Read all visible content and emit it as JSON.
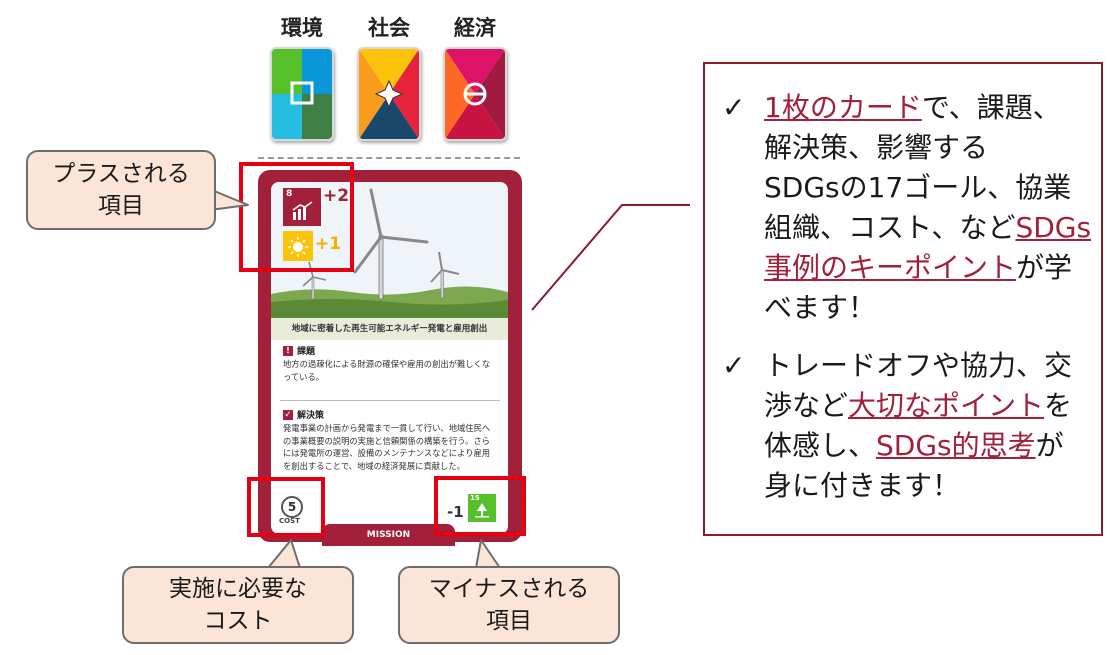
{
  "categories": [
    {
      "label": "環境",
      "color": "#2c9a4b"
    },
    {
      "label": "社会",
      "color": "#f4a21e"
    },
    {
      "label": "経済",
      "color": "#c8123f"
    }
  ],
  "card": {
    "goal_number": "8",
    "plus_main": "+2",
    "plus_secondary": "+1",
    "title": "地域に密着した再生可能エネルギー発電と雇用創出",
    "issue_badge": "!",
    "issue_heading": "課題",
    "issue_text": "地方の過疎化による財源の確保や雇用の創出が難しくなっている。",
    "solution_heading": "解決策",
    "solution_text": "発電事業の計画から発電まで一貫して行い、地域住民への事業概要の説明の実施と信頼関係の構築を行う。さらには発電所の運営、設備のメンテナンスなどにより雇用を創出することで、地域の経済発展に貢献した。",
    "cost_value": "5",
    "cost_label": "COST",
    "minus_value": "-1",
    "minus_goal_number": "15",
    "mission_label": "MISSION",
    "accent_color": "#a3203b"
  },
  "callouts": {
    "plus": [
      "プラスされる",
      "項目"
    ],
    "cost": [
      "実施に必要な",
      "コスト"
    ],
    "minus": [
      "マイナスされる",
      "項目"
    ]
  },
  "info": {
    "bullet1": {
      "check": "✓",
      "lines": [
        [
          {
            "t": "1枚のカード",
            "hl": true
          },
          {
            "t": "で、課題、",
            "hl": false
          }
        ],
        [
          {
            "t": "解決策、影響する",
            "hl": false
          }
        ],
        [
          {
            "t": "SDGsの17ゴール、協業",
            "hl": false
          }
        ],
        [
          {
            "t": "組織、コスト、など",
            "hl": false
          },
          {
            "t": "SDGs",
            "hl": true
          }
        ],
        [
          {
            "t": "事例のキーポイント",
            "hl": true
          },
          {
            "t": "が学",
            "hl": false
          }
        ],
        [
          {
            "t": "べます！",
            "hl": false
          }
        ]
      ]
    },
    "bullet2": {
      "check": "✓",
      "lines": [
        [
          {
            "t": "トレードオフや協力、交",
            "hl": false
          }
        ],
        [
          {
            "t": "渉など",
            "hl": false
          },
          {
            "t": "大切なポイント",
            "hl": true
          },
          {
            "t": "を",
            "hl": false
          }
        ],
        [
          {
            "t": "体感し、",
            "hl": false
          },
          {
            "t": "SDGs的思考",
            "hl": true
          },
          {
            "t": "が",
            "hl": false
          }
        ],
        [
          {
            "t": "身に付きます！",
            "hl": false
          }
        ]
      ]
    }
  }
}
